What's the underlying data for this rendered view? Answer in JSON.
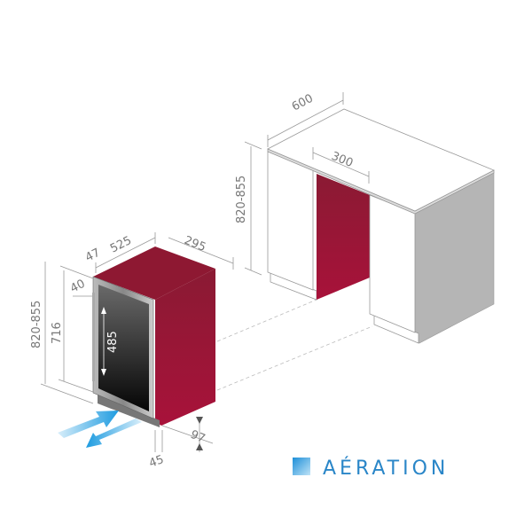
{
  "colors": {
    "accent_red": "#a3153a",
    "accent_blue": "#2a86c8",
    "cabinet_side": "#b5b5b5"
  },
  "cabinet": {
    "width_label": "600",
    "opening_label": "300",
    "height_label": "820-855"
  },
  "cooler": {
    "depth_label": "525",
    "door_offset_label": "47",
    "width_label": "295",
    "height_label": "820-855",
    "body_height_label": "716",
    "top_gap_label": "40",
    "glass_height_label": "485",
    "plinth_height_label": "97",
    "plinth_depth_label": "45"
  },
  "legend": {
    "icon": "blue-square-icon",
    "label": "AÉRATION"
  }
}
